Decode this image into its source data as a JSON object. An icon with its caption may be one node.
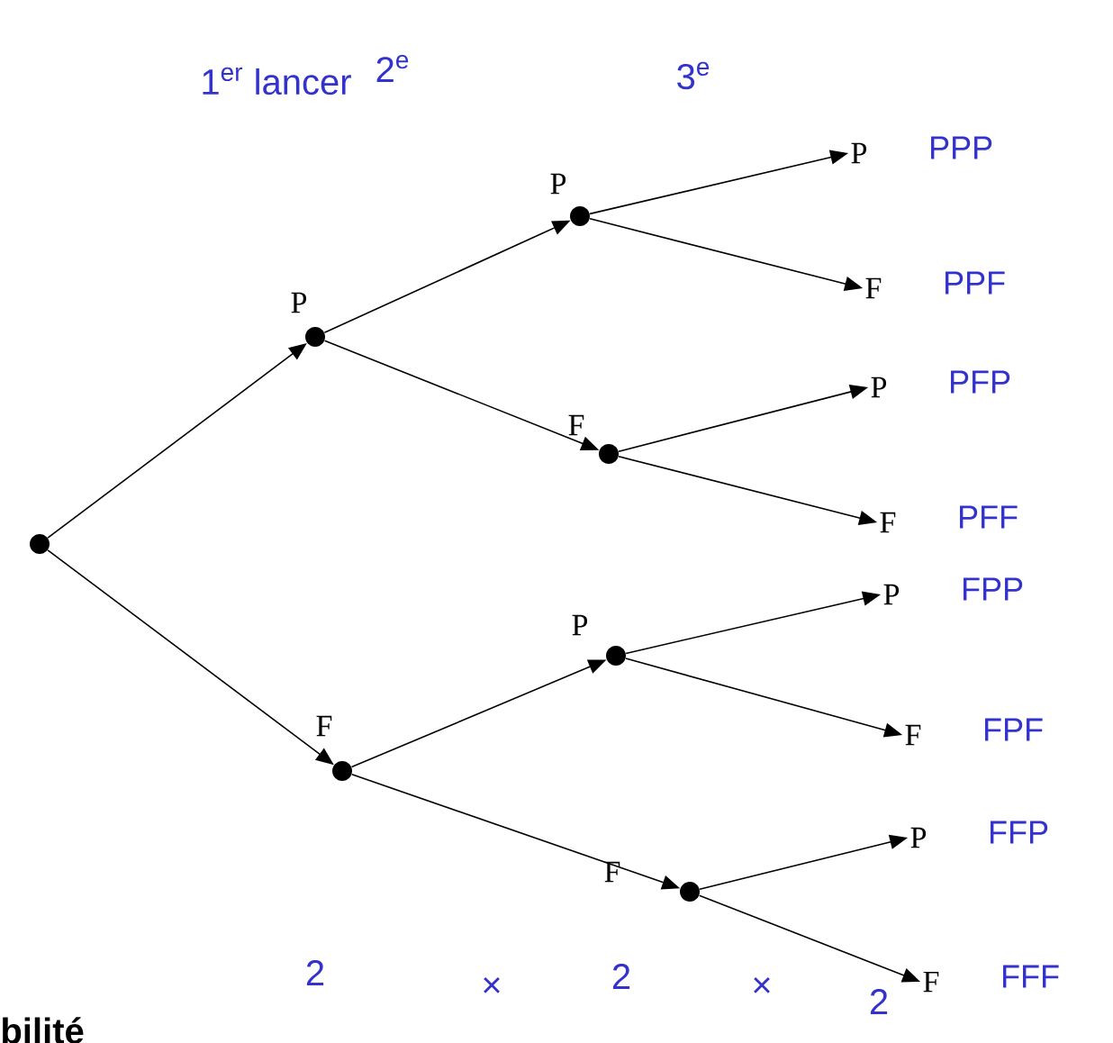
{
  "diagram": {
    "nodes": [
      {
        "text": [],
        "shape": "circle"
      },
      {
        "text": [
          "P"
        ]
      },
      {
        "text": [
          "P"
        ]
      },
      {
        "text": [
          "P"
        ],
        "beside": [
          "PPP"
        ]
      },
      {
        "text": [
          "F"
        ],
        "beside": [
          "PPF"
        ]
      },
      {
        "text": [
          "F"
        ]
      },
      {
        "text": [
          "P"
        ],
        "beside": [
          "PFP"
        ]
      },
      {
        "text": [
          "F"
        ],
        "beside": [
          "PFF"
        ]
      },
      {
        "text": [
          "F"
        ]
      },
      {
        "text": [
          "P"
        ]
      },
      {
        "text": [
          "P"
        ],
        "beside": [
          "FPP"
        ]
      },
      {
        "text": [
          "F"
        ],
        "beside": [
          "FPF"
        ]
      },
      {
        "text": [
          "F"
        ]
      },
      {
        "text": [
          "P"
        ],
        "beside": [
          "FFP"
        ]
      },
      {
        "text": [
          "F"
        ],
        "beside": [
          "FFF"
        ]
      }
    ],
    "edges": [
      {
        "from": 0,
        "to": 1,
        "arrow": "to"
      },
      {
        "from": 1,
        "to": 2,
        "arrow": "to"
      },
      {
        "from": 2,
        "to": 3,
        "arrow": "to"
      },
      {
        "from": 2,
        "to": 4,
        "arrow": "to"
      },
      {
        "from": 1,
        "to": 5,
        "arrow": "to"
      },
      {
        "from": 5,
        "to": 6,
        "arrow": "to"
      },
      {
        "from": 5,
        "to": 7,
        "arrow": "to"
      },
      {
        "from": 0,
        "to": 8,
        "arrow": "to"
      },
      {
        "from": 8,
        "to": 9,
        "arrow": "to"
      },
      {
        "from": 9,
        "to": 10,
        "arrow": "to"
      },
      {
        "from": 9,
        "to": 11,
        "arrow": "to"
      },
      {
        "from": 8,
        "to": 12,
        "arrow": "to"
      },
      {
        "from": 12,
        "to": 13,
        "arrow": "to"
      },
      {
        "from": 12,
        "to": 14,
        "arrow": "to"
      }
    ],
    "labels": [
      "1$^{er}$ lancer",
      "2$^{e}$",
      "3$^{e}$",
      "2",
      "×",
      "2",
      "×",
      "2",
      "bilité"
    ]
  }
}
